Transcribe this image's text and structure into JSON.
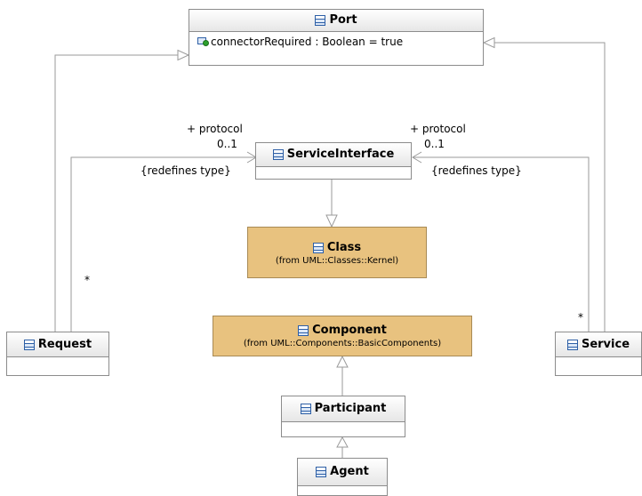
{
  "diagram": {
    "classes": {
      "port": {
        "name": "Port",
        "attribute": "connectorRequired : Boolean = true"
      },
      "service_interface": {
        "name": "ServiceInterface"
      },
      "class": {
        "name": "Class",
        "source": "(from UML::Classes::Kernel)"
      },
      "component": {
        "name": "Component",
        "source": "(from UML::Components::BasicComponents)"
      },
      "request": {
        "name": "Request"
      },
      "service": {
        "name": "Service"
      },
      "participant": {
        "name": "Participant"
      },
      "agent": {
        "name": "Agent"
      }
    },
    "associations": {
      "left": {
        "role": "+ protocol",
        "multiplicity_end": "0..1",
        "constraint": "{redefines type}",
        "multiplicity_start": "*"
      },
      "right": {
        "role": "+ protocol",
        "multiplicity_end": "0..1",
        "constraint": "{redefines type}",
        "multiplicity_start": "*"
      }
    },
    "colors": {
      "imported_fill": "#e8c27f",
      "border": "#8c8c8c",
      "icon": "#2d5fa6"
    }
  }
}
